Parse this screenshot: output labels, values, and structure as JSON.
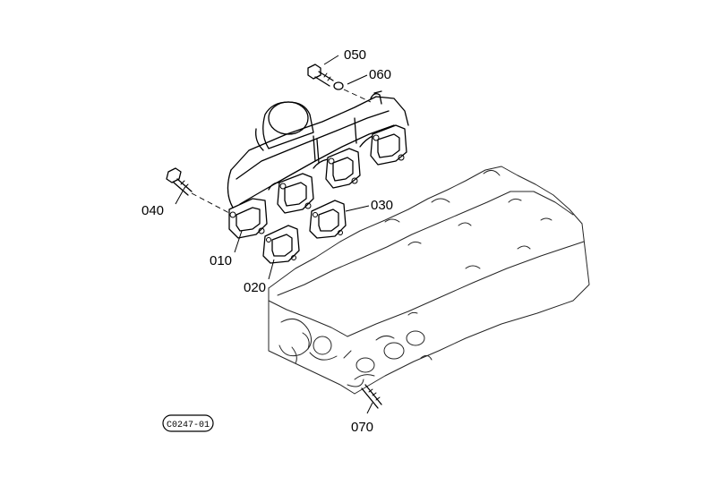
{
  "diagram": {
    "part_labels": {
      "p010": "010",
      "p020": "020",
      "p030": "030",
      "p040": "040",
      "p050": "050",
      "p060": "060",
      "p070": "070"
    },
    "figure_code": "C0247-01"
  }
}
